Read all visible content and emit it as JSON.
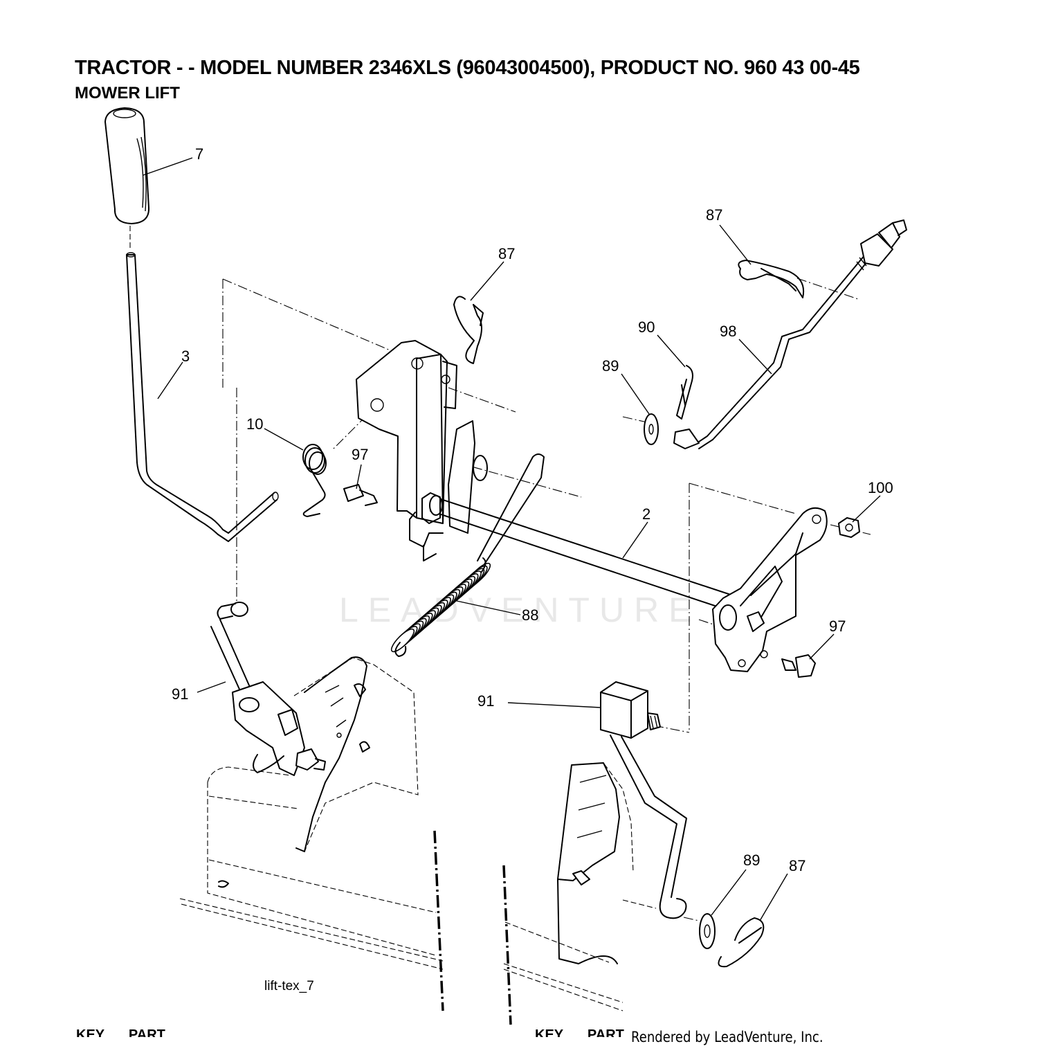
{
  "header": {
    "title": "TRACTOR - - MODEL NUMBER 2346XLS (96043004500), PRODUCT NO. 960 43 00-45",
    "subtitle": "MOWER LIFT"
  },
  "figure_code": "lift-tex_7",
  "table_headers": {
    "left_key": "KEY",
    "left_part": "PART",
    "right_key": "KEY",
    "right_part": "PART"
  },
  "footer": {
    "rendered_by": "Rendered by LeadVenture, Inc."
  },
  "watermark": "LEADVENTURE",
  "callouts": [
    {
      "id": "c7",
      "label": "7"
    },
    {
      "id": "c3",
      "label": "3"
    },
    {
      "id": "c87a",
      "label": "87"
    },
    {
      "id": "c87b",
      "label": "87"
    },
    {
      "id": "c90",
      "label": "90"
    },
    {
      "id": "c98",
      "label": "98"
    },
    {
      "id": "c89a",
      "label": "89"
    },
    {
      "id": "c10",
      "label": "10"
    },
    {
      "id": "c97a",
      "label": "97"
    },
    {
      "id": "c2",
      "label": "2"
    },
    {
      "id": "c100",
      "label": "100"
    },
    {
      "id": "c88",
      "label": "88"
    },
    {
      "id": "c97b",
      "label": "97"
    },
    {
      "id": "c91a",
      "label": "91"
    },
    {
      "id": "c91b",
      "label": "91"
    },
    {
      "id": "c89b",
      "label": "89"
    },
    {
      "id": "c87c",
      "label": "87"
    }
  ]
}
